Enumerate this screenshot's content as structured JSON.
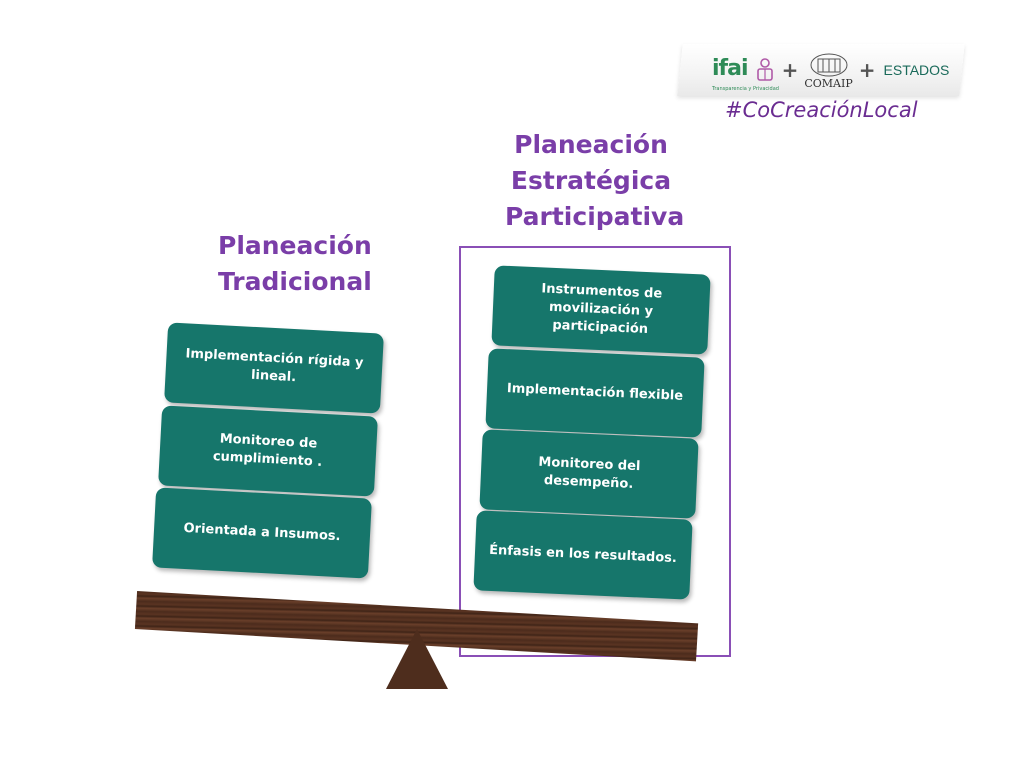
{
  "header": {
    "logo_ifai": "ifai",
    "logo_ifai_sub": "Transparencia y Privacidad",
    "plus_1": "+",
    "logo_comaip": "COMAIP",
    "plus_2": "+",
    "estados": "ESTADOS",
    "hashtag": "#CoCreaciónLocal"
  },
  "left": {
    "title_line1": "Planeación",
    "title_line2": "Tradicional",
    "boxes": [
      "Implementación rígida y lineal.",
      "Monitoreo de cumplimiento .",
      "Orientada a Insumos."
    ]
  },
  "right": {
    "title_line1": "Planeación",
    "title_line2": "Estratégica",
    "title_line3": "Participativa",
    "boxes": [
      "Instrumentos de movilización y participación",
      "Implementación flexible",
      "Monitoreo del desempeño.",
      "Énfasis en los resultados."
    ]
  },
  "colors": {
    "box_fill": "#16766b",
    "title": "#7a3ea8",
    "frame": "#8a4fb6",
    "plank": "#4e2d1d"
  }
}
